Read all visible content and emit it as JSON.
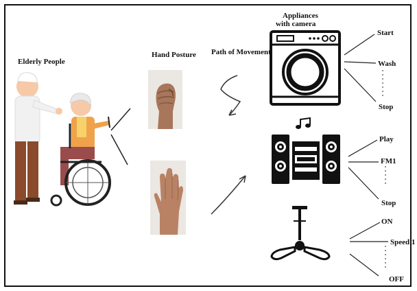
{
  "labels": {
    "elderly": "Elderly People",
    "hand_posture": "Hand Posture",
    "path": "Path of Movement",
    "appliances_line1": "Appliances",
    "appliances_line2": "with camera"
  },
  "washer_commands": [
    "Start",
    "Wash",
    "Stop"
  ],
  "stereo_commands": [
    "Play",
    "FM1",
    "Stop"
  ],
  "fan_commands": [
    "ON",
    "Speed 1",
    "OFF"
  ],
  "icons": {
    "people": "elderly-couple-illustration",
    "fist": "fist-hand-photo",
    "palm": "open-palm-photo",
    "washer": "washing-machine-icon",
    "stereo": "stereo-system-icon",
    "fan": "ceiling-fan-icon"
  }
}
